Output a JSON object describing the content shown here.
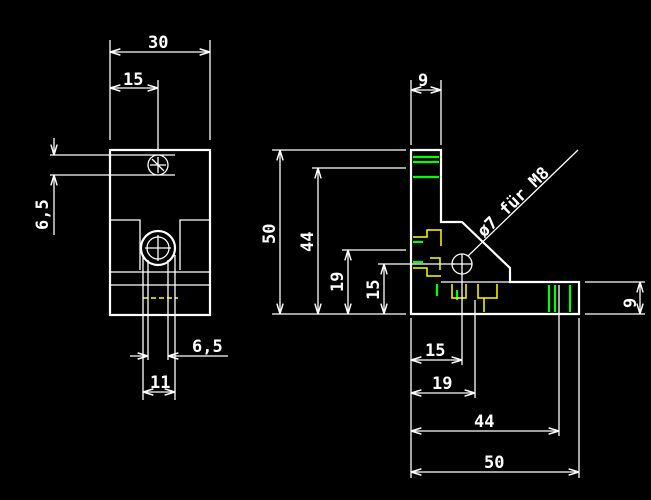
{
  "drawing": {
    "dims": {
      "front_width": "30",
      "front_hole_x": "15",
      "front_hole_y": "6,5",
      "front_slot_width": "11",
      "front_slot_offset": "6,5",
      "side_thickness_top": "9",
      "side_height": "50",
      "side_hole_44": "44",
      "side_hole_19": "19",
      "side_hole_15": "15",
      "side_thickness_right": "9",
      "bottom_15": "15",
      "bottom_19": "19",
      "bottom_44": "44",
      "bottom_50": "50"
    },
    "callout": "ø7 für M8"
  },
  "colors": {
    "background": "#000000",
    "lines": "#ffffff",
    "threads": "#00ff00",
    "hidden": "#ffff00"
  }
}
